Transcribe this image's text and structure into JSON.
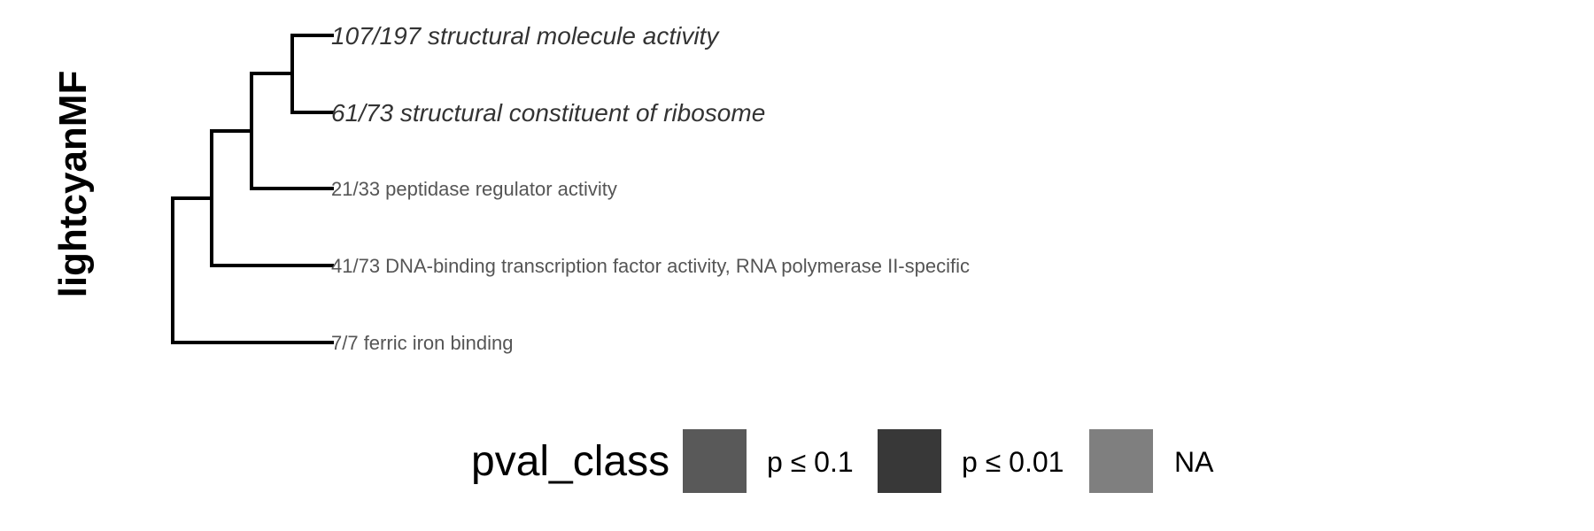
{
  "figure": {
    "side_label": "lightcyanMF"
  },
  "tree": {
    "edge_color": "#000000",
    "tips": [
      {
        "label": "107/197 structural molecule activity",
        "style": "italic",
        "color": "#333333"
      },
      {
        "label": "61/73 structural constituent of ribosome",
        "style": "italic",
        "color": "#333333"
      },
      {
        "label": "21/33 peptidase regulator activity",
        "style": "normal",
        "color": "#555555"
      },
      {
        "label": "41/73 DNA-binding transcription factor activity, RNA polymerase II-specific",
        "style": "normal",
        "color": "#555555"
      },
      {
        "label": "7/7 ferric iron binding",
        "style": "normal",
        "color": "#555555"
      }
    ]
  },
  "legend": {
    "title": "pval_class",
    "items": [
      {
        "label": "p ≤ 0.1",
        "color": "#595959"
      },
      {
        "label": "p ≤ 0.01",
        "color": "#383838"
      },
      {
        "label": "NA",
        "color": "#7f7f7f"
      }
    ]
  }
}
